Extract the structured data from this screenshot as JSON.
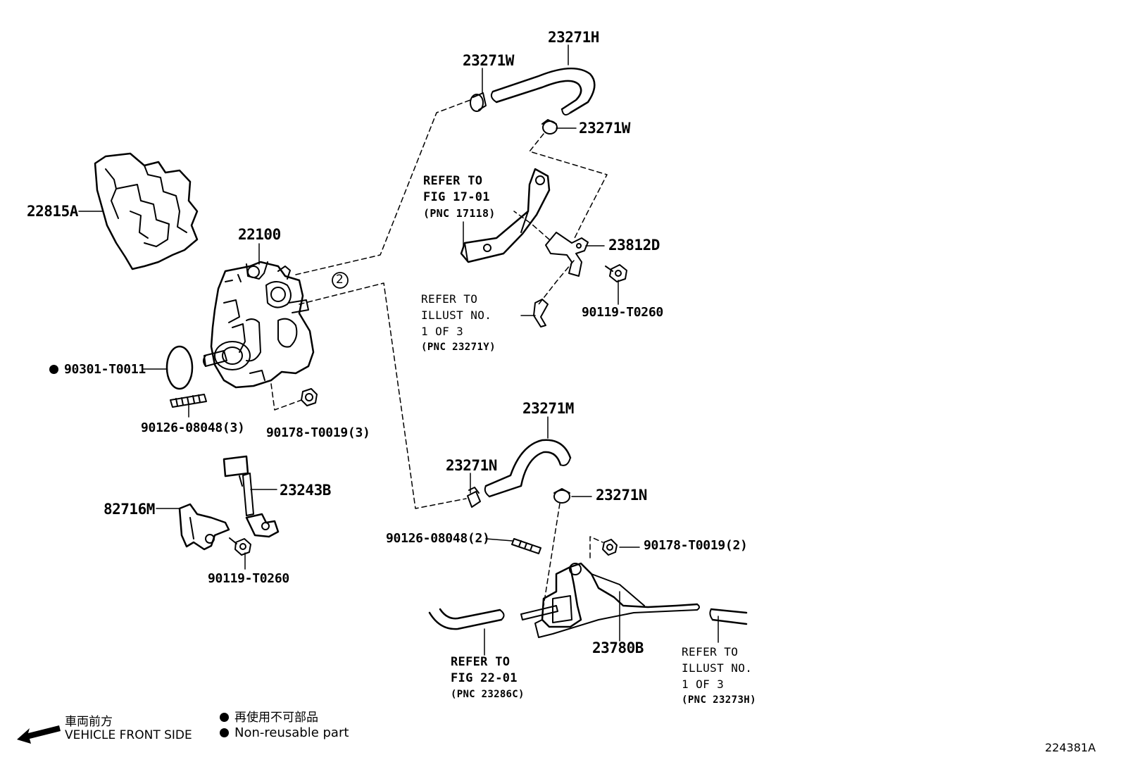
{
  "parts": {
    "p22815A": "22815A",
    "p22100": "22100",
    "p23271W_top": "23271W",
    "p23271H": "23271H",
    "p23271W_right": "23271W",
    "p23812D": "23812D",
    "p90119_T0260_a": "90119-T0260",
    "p90301_T0011": "90301-T0011",
    "p90126_08048_3": "90126-08048(3)",
    "p90178_T0019_3": "90178-T0019(3)",
    "p23243B": "23243B",
    "p82716M": "82716M",
    "p90119_T0260_b": "90119-T0260",
    "p23271M": "23271M",
    "p23271N_left": "23271N",
    "p23271N_right": "23271N",
    "p90126_08048_2": "90126-08048(2)",
    "p90178_T0019_2": "90178-T0019(2)",
    "p23780B": "23780B"
  },
  "refs": {
    "fig17": {
      "line1": "REFER TO",
      "line2": "FIG 17-01",
      "line3": "(PNC 17118)"
    },
    "illust1": {
      "line1": "REFER TO",
      "line2": "ILLUST NO.",
      "line3": "1 OF 3",
      "line4": "(PNC 23271Y)"
    },
    "fig22": {
      "line1": "REFER TO",
      "line2": "FIG 22-01",
      "line3": "(PNC 23286C)"
    },
    "illust2": {
      "line1": "REFER TO",
      "line2": "ILLUST NO.",
      "line3": "1 OF 3",
      "line4": "(PNC 23273H)"
    }
  },
  "callout": "2",
  "legend": {
    "front_jp": "車両前方",
    "front_en": "VEHICLE FRONT SIDE",
    "reuse_jp": "再使用不可部品",
    "reuse_en": "Non-reusable part"
  },
  "illustration_code": "224381A"
}
